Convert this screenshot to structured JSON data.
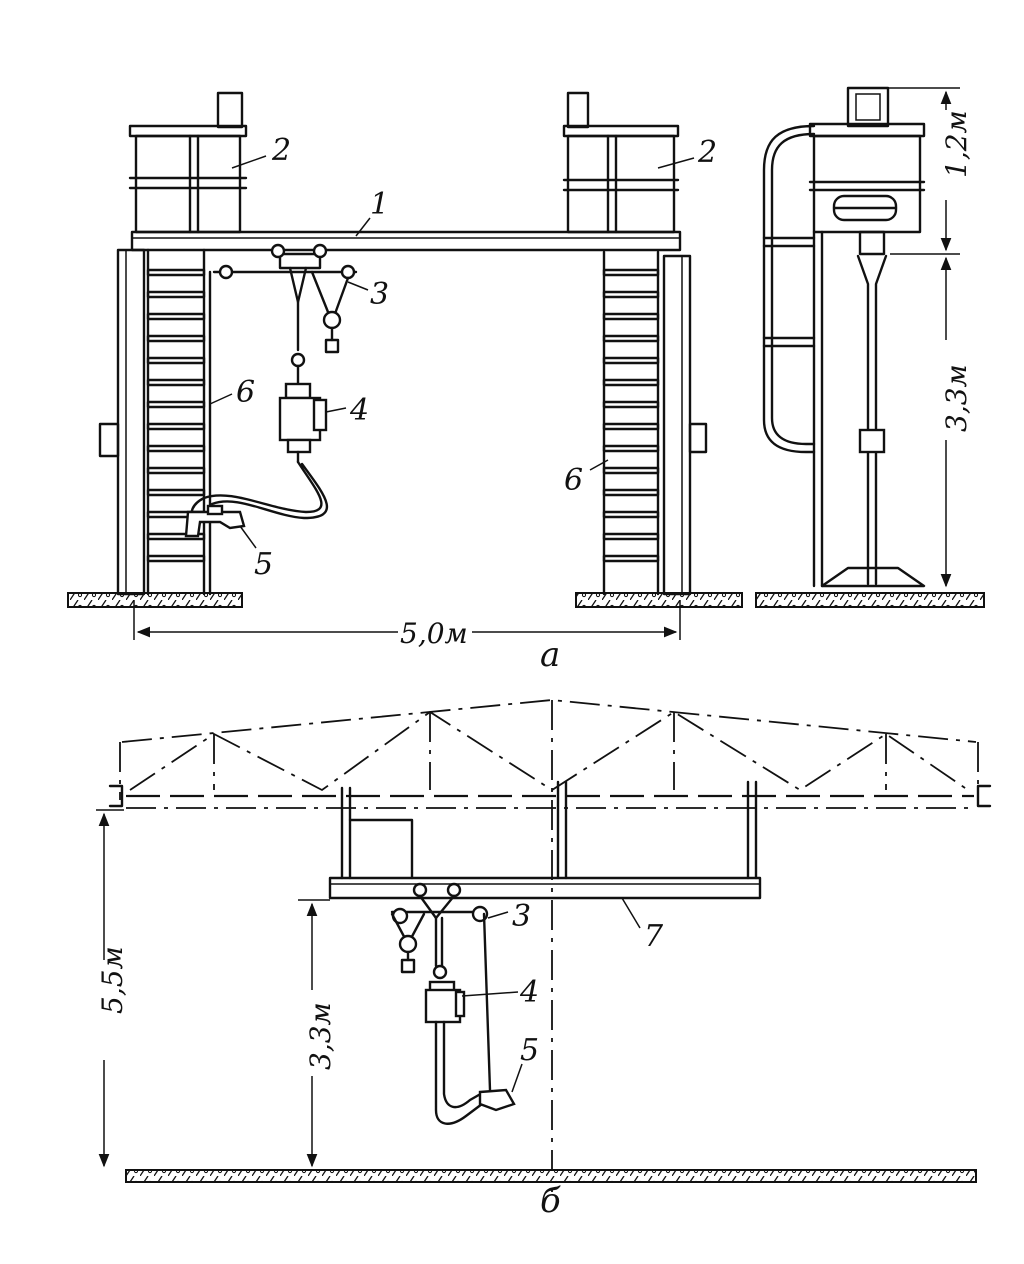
{
  "figure": {
    "labels": {
      "girder": "1",
      "tank_left": "2",
      "tank_right": "2",
      "hoist_a": "3",
      "tool_a": "4",
      "gun_a": "5",
      "ladder_left": "6",
      "ladder_right": "6",
      "hoist_b": "3",
      "tool_b": "4",
      "gun_b": "5",
      "beam_b": "7"
    },
    "dimensions": {
      "span_a": "5,0м",
      "top_height": "1,2м",
      "side_height": "3,3м",
      "hall_height": "5,5м",
      "beam_height": "3,3м"
    },
    "captions": {
      "view_a": "а",
      "view_b": "б"
    }
  }
}
